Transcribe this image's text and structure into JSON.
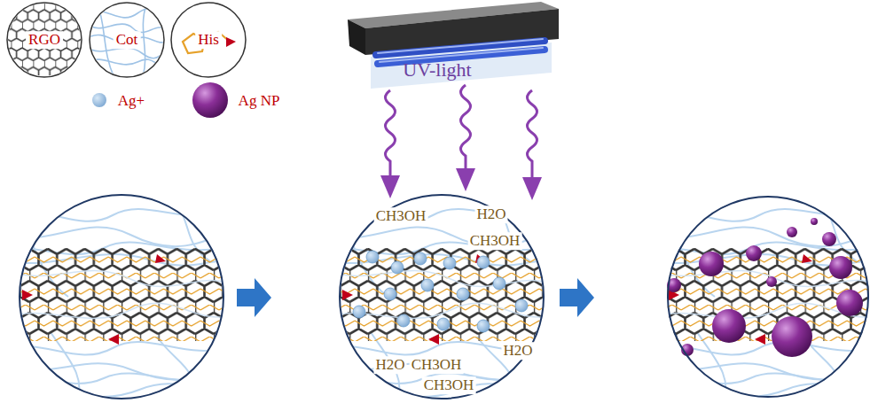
{
  "diagram": {
    "nodes": [
      {
        "text": [
          "RGO"
        ]
      },
      {
        "text": [
          "Cot"
        ]
      },
      {
        "text": [
          "His"
        ]
      }
    ],
    "labels": [
      "UV-light",
      "CH3OH",
      "H2O",
      "CH3OH",
      "H2O",
      "H2O",
      "CH3OH",
      "CH3OH"
    ],
    "legend": [
      {
        "text": "Ag+"
      },
      {
        "text": "Ag NP"
      }
    ]
  }
}
